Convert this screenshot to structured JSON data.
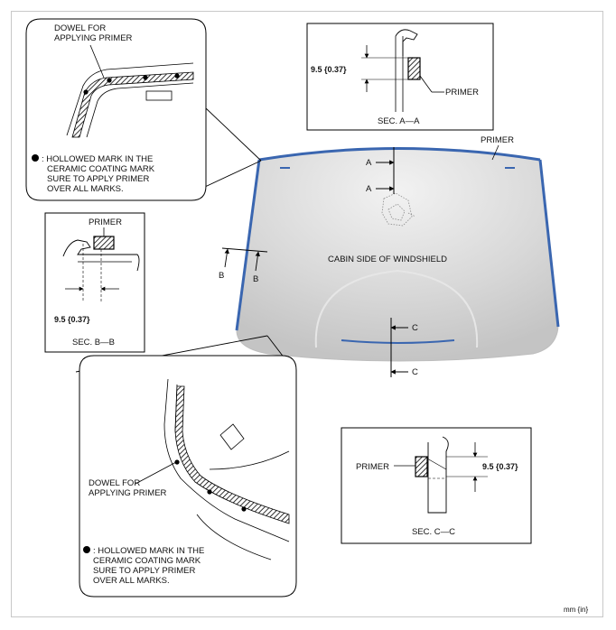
{
  "figure": {
    "windshield_label": "CABIN SIDE OF WINDSHIELD",
    "primer_top_label": "PRIMER",
    "section_markers": {
      "a_upper": "A",
      "a_lower": "A",
      "b_left": "B",
      "b_right": "B",
      "c_upper": "C",
      "c_lower": "C"
    },
    "units_label": "mm {in}"
  },
  "callout_top_left": {
    "dowel_label_line1": "DOWEL FOR",
    "dowel_label_line2": "APPLYING PRIMER",
    "note_line1": ": HOLLOWED MARK IN THE",
    "note_line2": "CERAMIC COATING MARK",
    "note_line3": "SURE TO APPLY PRIMER",
    "note_line4": "OVER ALL MARKS."
  },
  "callout_bottom_left": {
    "dowel_label_line1": "DOWEL FOR",
    "dowel_label_line2": "APPLYING PRIMER",
    "note_line1": ": HOLLOWED MARK IN THE",
    "note_line2": "CERAMIC COATING MARK",
    "note_line3": "SURE TO APPLY PRIMER",
    "note_line4": "OVER ALL MARKS."
  },
  "sec_a": {
    "dimension": "9.5 {0.37}",
    "primer_label": "PRIMER",
    "caption": "SEC. A—A"
  },
  "sec_b": {
    "dimension": "9.5 {0.37}",
    "primer_label": "PRIMER",
    "caption": "SEC. B—B"
  },
  "sec_c": {
    "dimension": "9.5 {0.37}",
    "primer_label": "PRIMER",
    "caption": "SEC. C—C"
  }
}
